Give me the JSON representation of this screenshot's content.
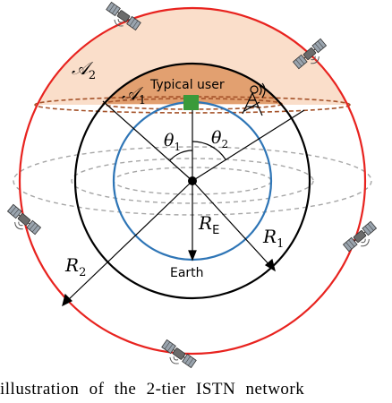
{
  "labels": {
    "region_outer": "𝒜",
    "region_outer_sub": "2",
    "region_inner": "𝒜",
    "region_inner_sub": "1",
    "typical_user": "Typical user",
    "theta1": "θ",
    "theta1_sub": "1",
    "theta2": "θ",
    "theta2_sub": "2",
    "earth_radius": "R",
    "earth_radius_sub": "E",
    "radius1": "R",
    "radius1_sub": "1",
    "radius2": "R",
    "radius2_sub": "2",
    "earth": "Earth"
  },
  "caption": "illustration of the 2-tier ISTN network",
  "colors": {
    "outer_orbit": "#e8231f",
    "inner_orbit": "#000000",
    "earth_outline": "#2e75b6",
    "region_outer_fill": "#f9d8c1",
    "region_inner_fill": "#e2a070",
    "cap_dash": "#a5532a",
    "user_marker": "#3a9a3a",
    "ground_dash": "#a6a6a6"
  },
  "icons": [
    "satellite-icon",
    "ground-station-icon",
    "user-terminal-icon"
  ]
}
